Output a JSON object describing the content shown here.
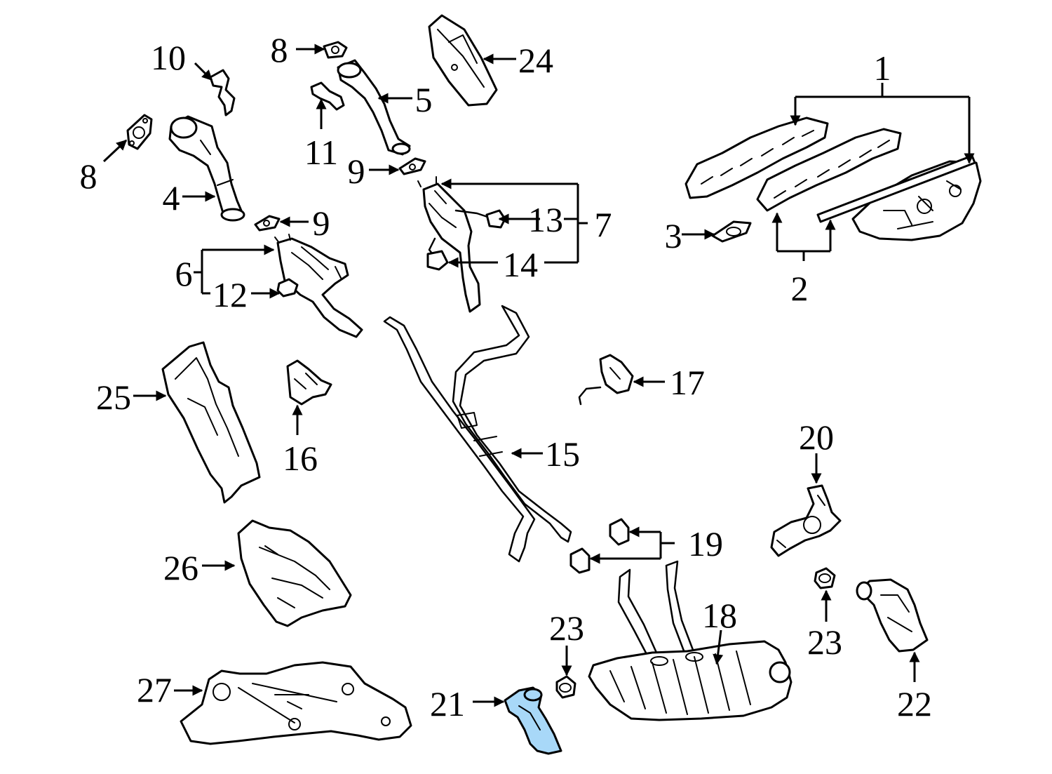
{
  "callouts": {
    "c1": "1",
    "c2": "2",
    "c3": "3",
    "c4": "4",
    "c5": "5",
    "c6": "6",
    "c7": "7",
    "c8a": "8",
    "c8b": "8",
    "c9a": "9",
    "c9b": "9",
    "c10": "10",
    "c11": "11",
    "c12": "12",
    "c13": "13",
    "c14": "14",
    "c15": "15",
    "c16": "16",
    "c17": "17",
    "c18": "18",
    "c19": "19",
    "c20": "20",
    "c21": "21",
    "c22": "22",
    "c23a": "23",
    "c23b": "23",
    "c24": "24",
    "c25": "25",
    "c26": "26",
    "c27": "27"
  },
  "colors": {
    "highlight": "#a8d8f8",
    "line": "#000000",
    "background": "#ffffff"
  },
  "highlighted_part": "21"
}
